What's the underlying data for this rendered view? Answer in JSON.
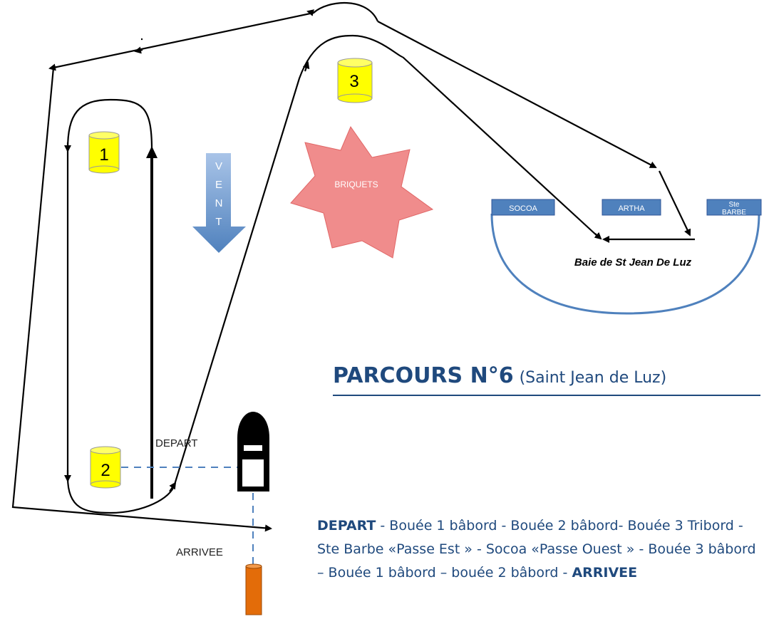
{
  "title": {
    "main": "PARCOURS N°6",
    "sub": "(Saint Jean de Luz)"
  },
  "buoys": {
    "b1": "1",
    "b2": "2",
    "b3": "3"
  },
  "labels": {
    "depart": "DEPART",
    "arrivee": "ARRIVEE",
    "briquets": "BRIQUETS",
    "bay": "Baie de St Jean De Luz"
  },
  "wind": {
    "letters": [
      "V",
      "E",
      "N",
      "T"
    ]
  },
  "bay_points": {
    "socoa": "SOCOA",
    "artha": "ARTHA",
    "ste_barbe_line1": "Ste",
    "ste_barbe_line2": "BARBE"
  },
  "description": {
    "start": "DEPART",
    "text": " - Bouée 1 bâbord - Bouée 2 bâbord- Bouée 3 Tribord - Ste Barbe  «Passe Est » - Socoa  «Passe Ouest » - Bouée 3 bâbord – Bouée 1 bâbord – bouée 2 bâbord - ",
    "end": "ARRIVEE"
  },
  "colors": {
    "buoy_yellow": "#ffff00",
    "arrivee_buoy": "#e36c09",
    "wind_blue": "#4f81bd",
    "briquets_fill": "#f08c8c",
    "title_blue": "#1f497d",
    "bay_box": "#4f81bd"
  }
}
